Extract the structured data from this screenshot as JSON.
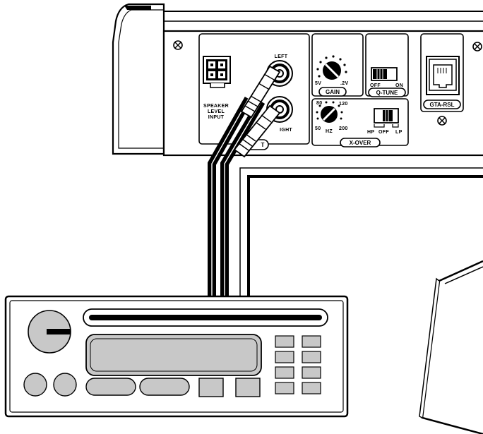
{
  "panel": {
    "speaker_input_lines": [
      "SPEAKER",
      "LEVEL",
      "INPUT"
    ],
    "rca_left_label": "LEFT",
    "rca_right_label": "IGHT",
    "rca_block_label": "T",
    "gain": {
      "label": "GAIN",
      "min_label": "5V",
      "max_label": ".2V"
    },
    "qtune": {
      "label": "Q-TUNE",
      "off_label": "OFF",
      "on_label": "ON"
    },
    "xover": {
      "label": "X-OVER",
      "knob_label": "HZ",
      "freq_80": "80",
      "freq_120": "120",
      "freq_50": "50",
      "freq_200": "200",
      "switch_labels": [
        "HP",
        "OFF",
        "LP"
      ]
    },
    "remote_port_label": "GTA-RSL"
  },
  "colors": {
    "line": "#000000",
    "background": "#ffffff",
    "cable": "#0a0a0a"
  }
}
